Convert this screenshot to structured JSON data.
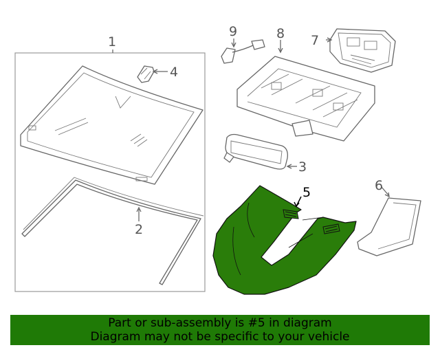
{
  "diagram": {
    "callouts": {
      "c1": "1",
      "c2": "2",
      "c3": "3",
      "c4": "4",
      "c5": "5",
      "c6": "6",
      "c7": "7",
      "c8": "8",
      "c9": "9"
    },
    "highlighted_part": "5",
    "highlight_color": "#2a7d0a"
  },
  "banner": {
    "line1": "Part or sub-assembly is #5 in diagram",
    "line2": "Diagram may not be specific to your vehicle",
    "background": "#1f7a06"
  }
}
